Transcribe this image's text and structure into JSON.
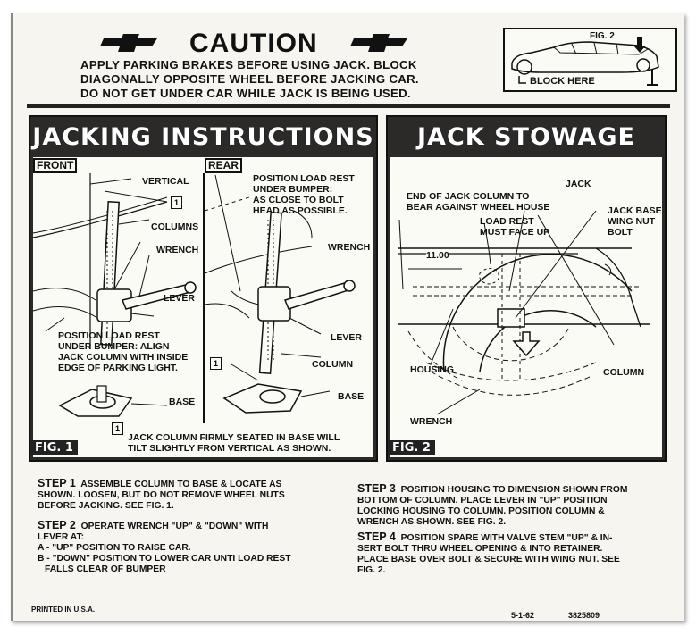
{
  "caution": {
    "title": "CAUTION",
    "lines": [
      "APPLY PARKING BRAKES BEFORE USING JACK. BLOCK",
      "DIAGONALLY OPPOSITE WHEEL BEFORE JACKING CAR.",
      "DO NOT GET UNDER CAR WHILE JACK IS BEING USED."
    ],
    "logo_icon": "chevrolet-bowtie-icon"
  },
  "inset_figure": {
    "label": "FIG. 2",
    "callout": "BLOCK HERE"
  },
  "jacking_panel": {
    "title": "JACKING INSTRUCTIONS",
    "front": {
      "tag": "FRONT",
      "labels": {
        "vertical": "VERTICAL",
        "columns": "COLUMNS",
        "wrench": "WRENCH",
        "lever": "LEVER",
        "base": "BASE",
        "note_marker": "1"
      },
      "note": [
        "POSITION LOAD REST",
        "UNDER BUMPER: ALIGN",
        "JACK COLUMN WITH INSIDE",
        "EDGE OF PARKING LIGHT."
      ]
    },
    "rear": {
      "tag": "REAR",
      "note": [
        "POSITION LOAD REST",
        "UNDER BUMPER:",
        "AS CLOSE TO BOLT",
        "HEAD AS POSSIBLE."
      ],
      "labels": {
        "wrench": "WRENCH",
        "lever": "LEVER",
        "column": "COLUMN",
        "base": "BASE",
        "note_marker": "1"
      }
    },
    "footnote": {
      "marker": "1",
      "lines": [
        "JACK COLUMN FIRMLY SEATED IN BASE WILL",
        "TILT SLIGHTLY FROM VERTICAL AS SHOWN."
      ]
    },
    "fig_label": "FIG. 1"
  },
  "stowage_panel": {
    "title": "JACK STOWAGE",
    "labels": {
      "end_of_column": [
        "END OF JACK COLUMN TO",
        "BEAR AGAINST WHEEL HOUSE"
      ],
      "jack": "JACK",
      "load_rest": [
        "LOAD REST",
        "MUST FACE UP"
      ],
      "jack_base": [
        "JACK BASE",
        "WING NUT",
        "BOLT"
      ],
      "dimension": "11.00",
      "housing": "HOUSING",
      "column": "COLUMN",
      "wrench": "WRENCH"
    },
    "fig_label": "FIG. 2"
  },
  "steps": [
    {
      "head": "STEP 1",
      "lines": [
        "ASSEMBLE COLUMN TO BASE & LOCATE AS",
        "SHOWN. LOOSEN, BUT DO NOT REMOVE WHEEL NUTS",
        "BEFORE JACKING.  SEE FIG. 1."
      ]
    },
    {
      "head": "STEP 2",
      "lines": [
        "OPERATE WRENCH \"UP\" & \"DOWN\" WITH",
        "LEVER AT:",
        "A - \"UP\" POSITION TO RAISE CAR.",
        "B - \"DOWN\" POSITION TO LOWER CAR UNTI LOAD REST",
        "    FALLS CLEAR OF BUMPER"
      ]
    },
    {
      "head": "STEP 3",
      "lines": [
        "POSITION HOUSING TO DIMENSION SHOWN FROM",
        "BOTTOM OF COLUMN.  PLACE LEVER IN \"UP\" POSITION",
        "LOCKING HOUSING TO COLUMN.  POSITION COLUMN &",
        "WRENCH AS SHOWN.  SEE FIG. 2."
      ]
    },
    {
      "head": "STEP 4",
      "lines": [
        "POSITION SPARE WITH VALVE STEM \"UP\" & IN-",
        "SERT BOLT THRU WHEEL OPENING & INTO RETAINER.",
        "PLACE BASE OVER BOLT & SECURE WITH WING NUT. SEE",
        "FIG. 2."
      ]
    }
  ],
  "footer": {
    "printed": "PRINTED IN U.S.A.",
    "date": "5-1-62",
    "part_number": "3825809"
  }
}
